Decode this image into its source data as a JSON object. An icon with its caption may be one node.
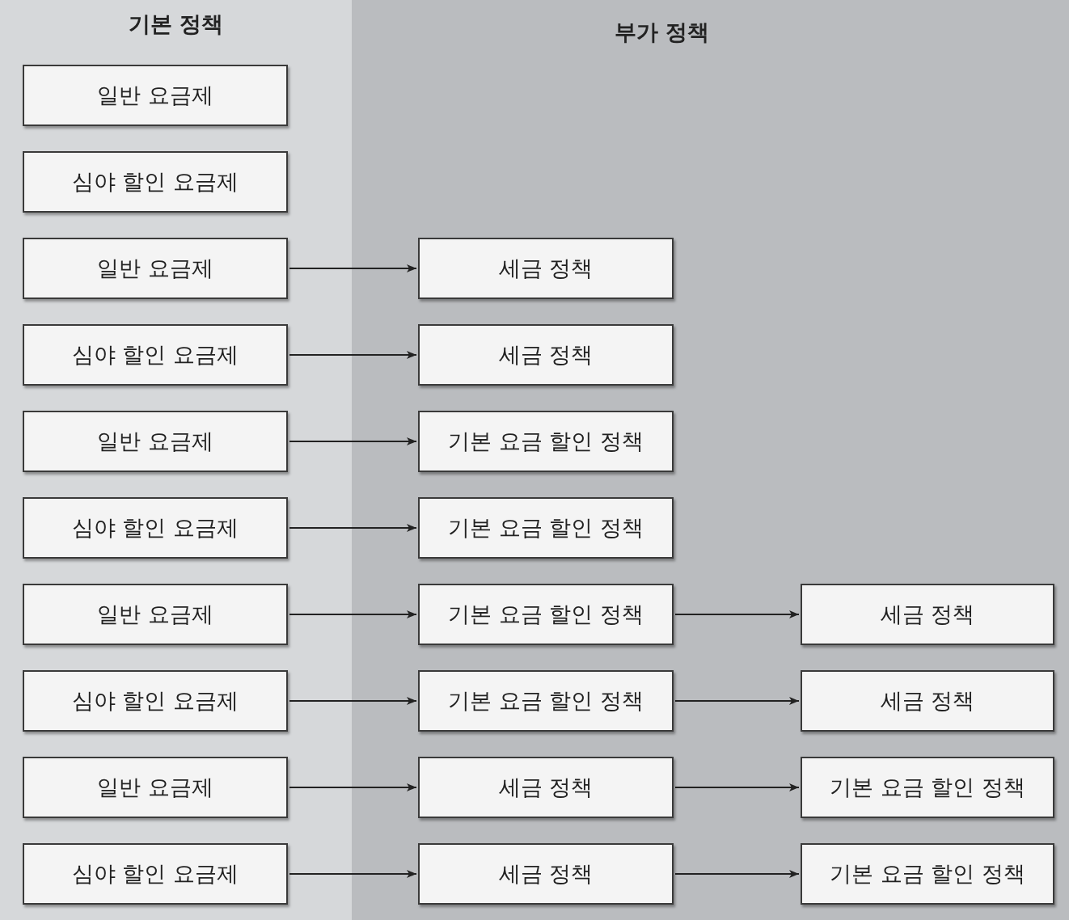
{
  "diagram": {
    "nodes": [
      {
        "text": [
          "기본 정책"
        ]
      },
      {
        "text": [
          "부가 정책"
        ]
      },
      {
        "text": [
          "일반 요금제"
        ],
        "in": 0
      },
      {
        "text": [
          "심야 할인 요금제"
        ],
        "in": 0
      },
      {
        "text": [
          "일반 요금제"
        ],
        "in": 0
      },
      {
        "text": [
          "세금 정책"
        ],
        "in": 1
      },
      {
        "text": [
          "심야 할인 요금제"
        ],
        "in": 0
      },
      {
        "text": [
          "세금 정책"
        ],
        "in": 1
      },
      {
        "text": [
          "일반 요금제"
        ],
        "in": 0
      },
      {
        "text": [
          "기본 요금 할인 정책"
        ],
        "in": 1
      },
      {
        "text": [
          "심야 할인 요금제"
        ],
        "in": 0
      },
      {
        "text": [
          "기본 요금 할인 정책"
        ],
        "in": 1
      },
      {
        "text": [
          "일반 요금제"
        ],
        "in": 0
      },
      {
        "text": [
          "기본 요금 할인 정책"
        ],
        "in": 1
      },
      {
        "text": [
          "세금 정책"
        ],
        "in": 1
      },
      {
        "text": [
          "심야 할인 요금제"
        ],
        "in": 0
      },
      {
        "text": [
          "기본 요금 할인 정책"
        ],
        "in": 1
      },
      {
        "text": [
          "세금 정책"
        ],
        "in": 1
      },
      {
        "text": [
          "일반 요금제"
        ],
        "in": 0
      },
      {
        "text": [
          "세금 정책"
        ],
        "in": 1
      },
      {
        "text": [
          "기본 요금 할인 정책"
        ],
        "in": 1
      },
      {
        "text": [
          "심야 할인 요금제"
        ],
        "in": 0
      },
      {
        "text": [
          "세금 정책"
        ],
        "in": 1
      },
      {
        "text": [
          "기본 요금 할인 정책"
        ],
        "in": 1
      }
    ],
    "edges": [
      {
        "from": 4,
        "to": 5,
        "arrow": "to"
      },
      {
        "from": 6,
        "to": 7,
        "arrow": "to"
      },
      {
        "from": 8,
        "to": 9,
        "arrow": "to"
      },
      {
        "from": 10,
        "to": 11,
        "arrow": "to"
      },
      {
        "from": 12,
        "to": 13,
        "arrow": "to"
      },
      {
        "from": 13,
        "to": 14,
        "arrow": "to"
      },
      {
        "from": 15,
        "to": 16,
        "arrow": "to"
      },
      {
        "from": 16,
        "to": 17,
        "arrow": "to"
      },
      {
        "from": 18,
        "to": 19,
        "arrow": "to"
      },
      {
        "from": 19,
        "to": 20,
        "arrow": "to"
      },
      {
        "from": 21,
        "to": 22,
        "arrow": "to"
      },
      {
        "from": 22,
        "to": 23,
        "arrow": "to"
      }
    ]
  }
}
